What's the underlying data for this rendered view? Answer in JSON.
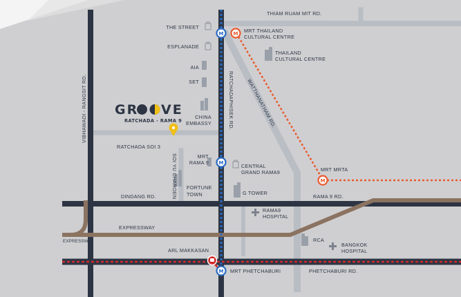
{
  "brand": {
    "name_part1": "GR",
    "name_part2": "VE",
    "subtitle": "RATCHADA - RAMA 9"
  },
  "roads": {
    "thiam_ruam_mit": "THIAM RUAM MIT RD.",
    "vibhawadi": "VIBHAWADI - RANGSIT RD.",
    "ratchadaphisek": "RATCHADAPHISEK RD.",
    "watthanatham": "WATTHANATHAM RD.",
    "ratchada_soi3": "RATCHADA SOI 3",
    "soi_yu_charoen": "SOI YU CHAROEN",
    "dindang": "DINDANG RD.",
    "rama9": "RAMA 9 RD.",
    "expressway": "EXPRESSWAY",
    "expressway_small": "EXPRESSWAY",
    "phetchaburi": "PHETCHABURI RD."
  },
  "stations": {
    "thailand_cultural_centre_1": "MRT THAILAND",
    "thailand_cultural_centre_2": "CULTURAL CENTRE",
    "rama9_1": "MRT",
    "rama9_2": "RAMA 9",
    "mrta": "MRT MRTA",
    "arl_makkasan": "ARL MAKKASAN",
    "phetchaburi": "MRT PHETCHABURI"
  },
  "landmarks": {
    "the_street": "THE STREET",
    "esplanade": "ESPLANADE",
    "aia": "AIA",
    "set": "SET",
    "thailand_cc_1": "THAILAND",
    "thailand_cc_2": "CULTURAL CENTRE",
    "china_embassy_1": "CHINA",
    "china_embassy_2": "EMBASSY",
    "central_1": "CENTRAL",
    "central_2": "GRAND RAMA9",
    "fortune_1": "FORTUNE",
    "fortune_2": "TOWN",
    "g_tower": "G TOWER",
    "rama9_hospital_1": "RAMA9",
    "rama9_hospital_2": "HOSPITAL",
    "rca": "RCA",
    "bangkok_hospital_1": "BANGKOK",
    "bangkok_hospital_2": "HOSPITAL"
  },
  "colors": {
    "background": "#cfcfd1",
    "main_road": "#2d3544",
    "secondary_road": "#b9bdc4",
    "expressway": "#8b7361",
    "mrt_blue_line": "#2b6cc4",
    "mrt_orange_line": "#ea5a2e",
    "arl_red_line": "#d42a2a",
    "brand_yellow": "#f0bf18"
  }
}
